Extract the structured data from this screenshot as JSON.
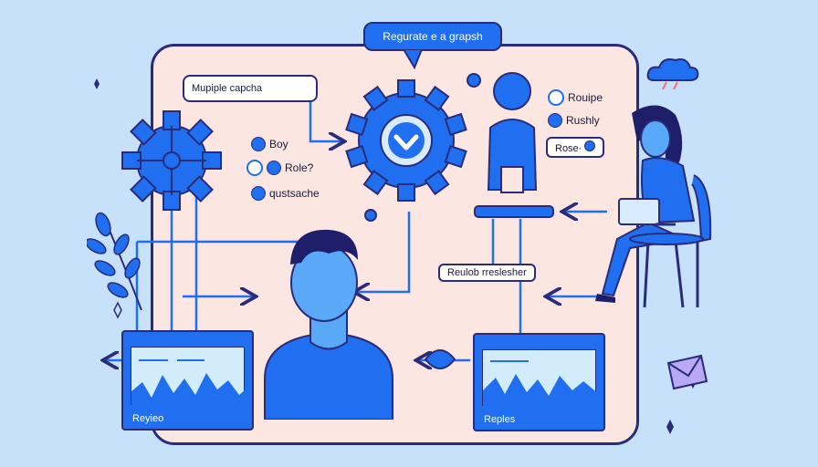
{
  "diagram": {
    "top_bubble": "Regurate e a grapsh",
    "captcha_bubble": "Mupiple capcha",
    "left_options": [
      "Boy",
      "Role?",
      "qustsache"
    ],
    "right_options": [
      "Rouipe",
      "Rushly"
    ],
    "rose_tag": "Rose·",
    "middle_label": "Reulob rreslesher",
    "left_window_label": "Reyieo",
    "right_window_label": "Reples"
  },
  "colors": {
    "accent": "#1f6ff0",
    "outline": "#2a2b7a",
    "panel": "#fbe6e2",
    "background": "#c8e1fb"
  }
}
